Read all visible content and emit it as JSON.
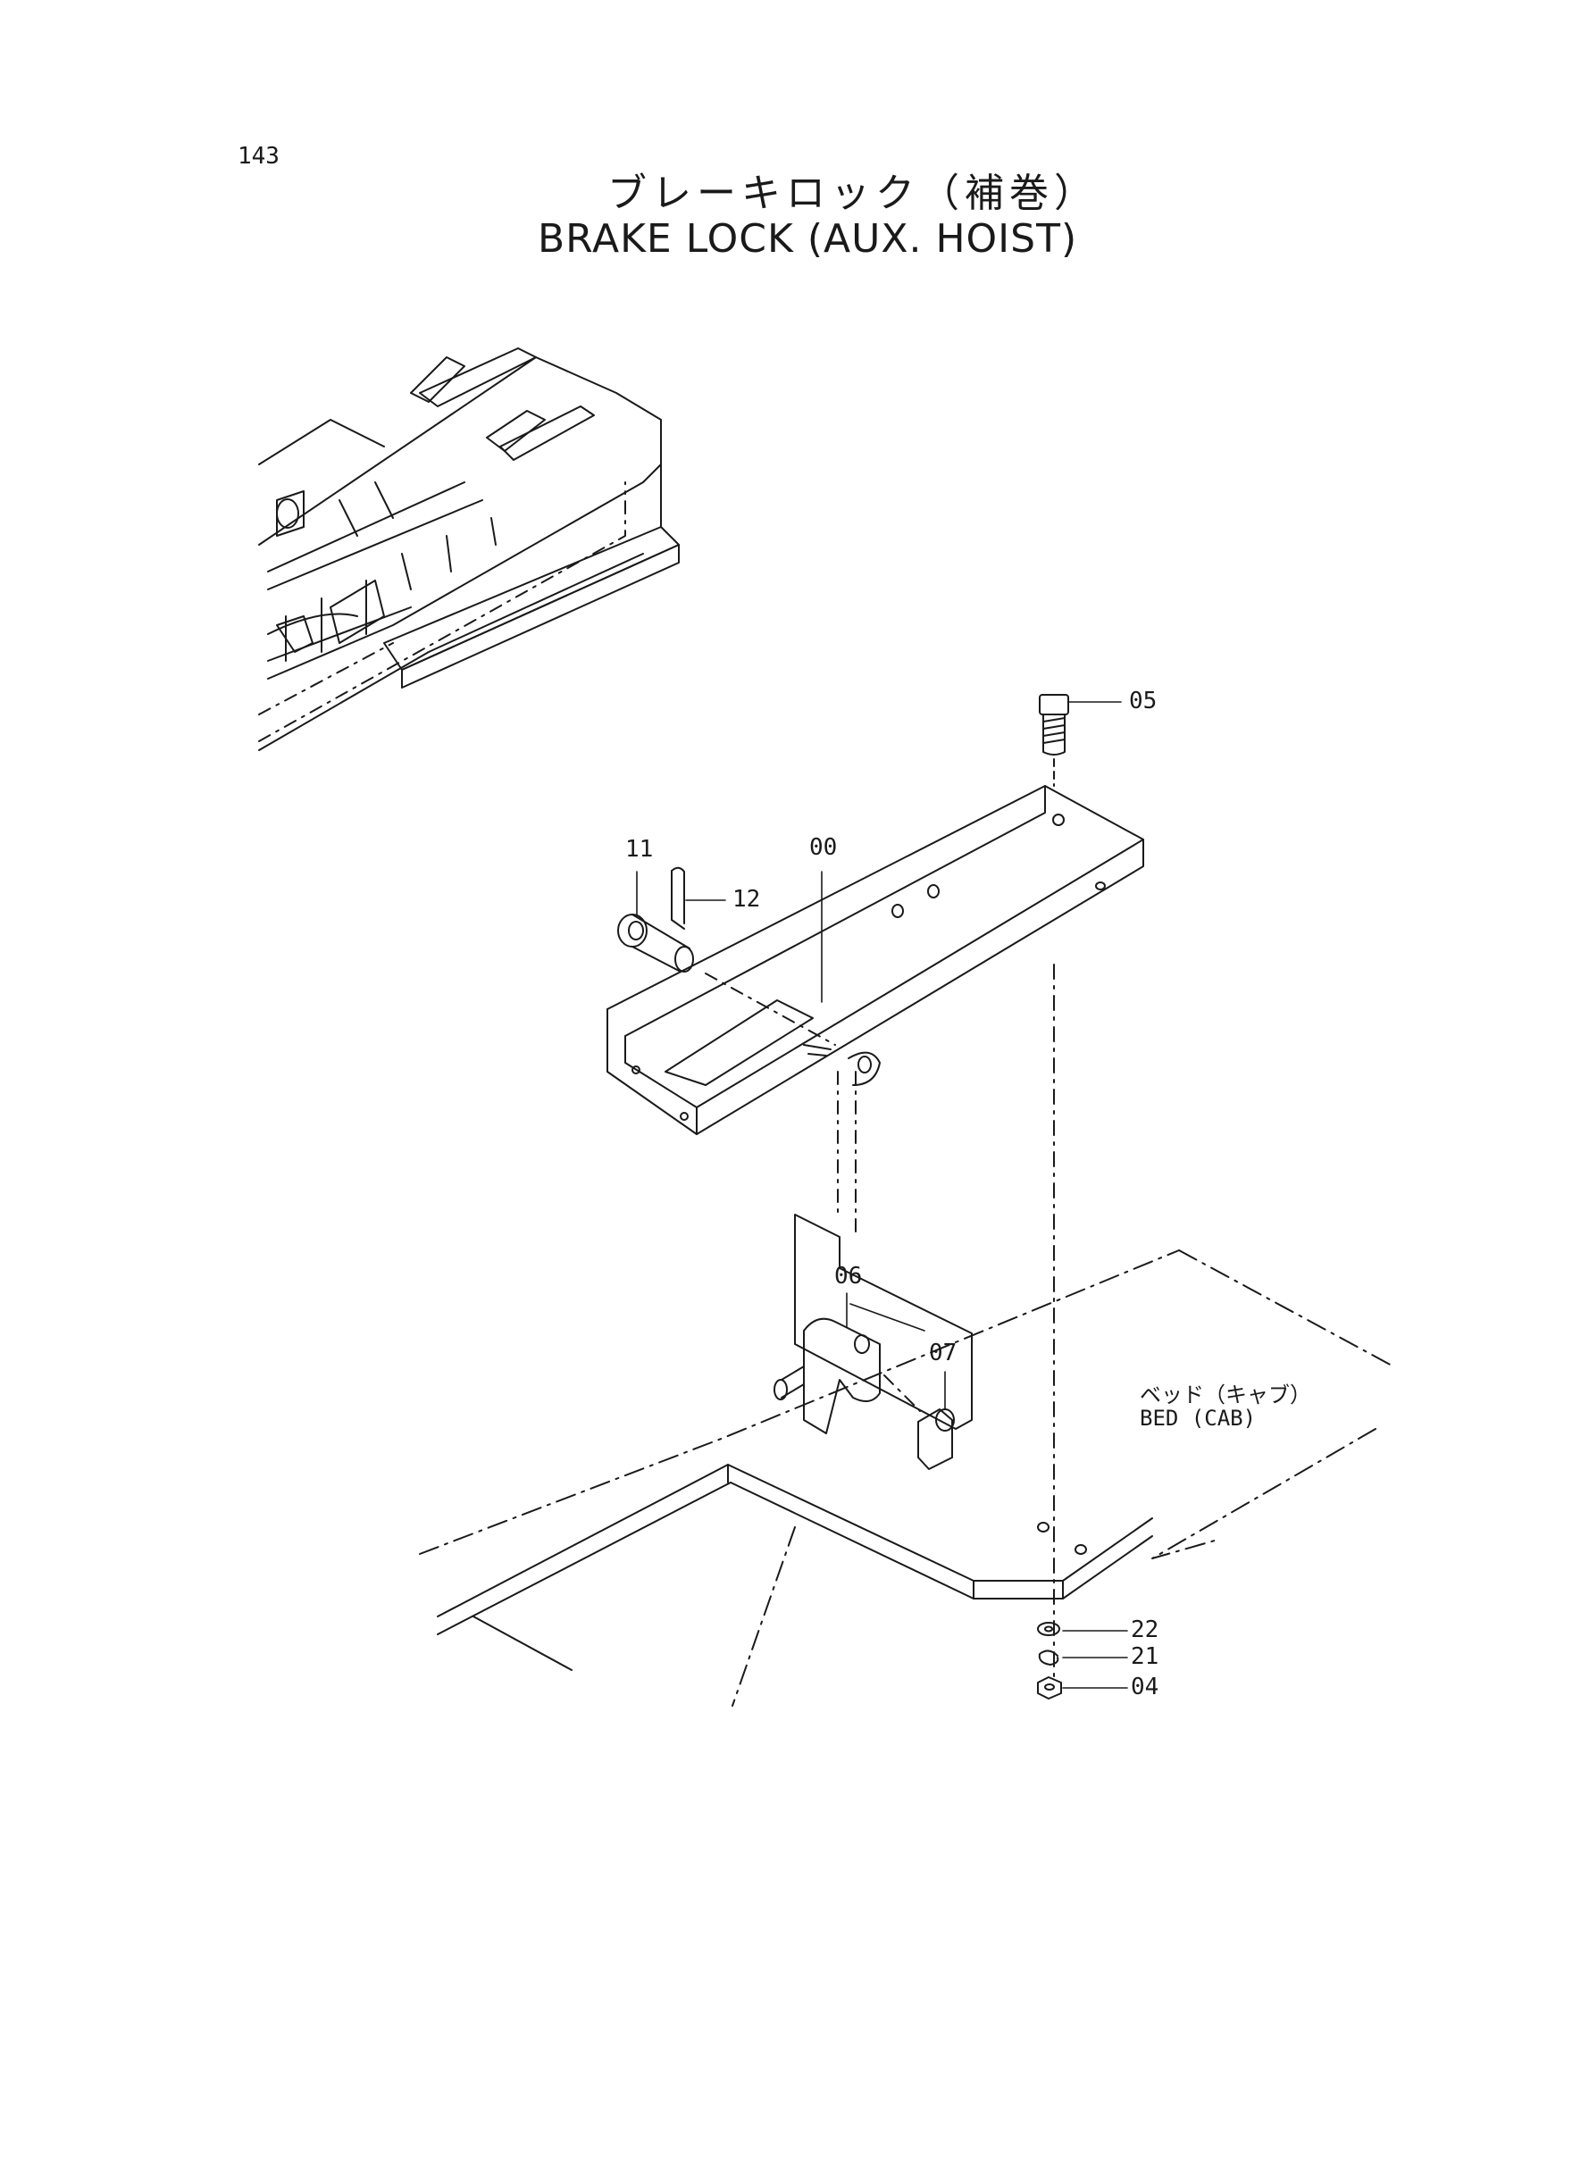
{
  "page_number": "143",
  "title_jp": "ブレーキロック（補巻）",
  "title_en": "BRAKE LOCK (AUX. HOIST)",
  "parts": [
    {
      "id": "part-05",
      "label": "05"
    },
    {
      "id": "part-00",
      "label": "00"
    },
    {
      "id": "part-11",
      "label": "11"
    },
    {
      "id": "part-12",
      "label": "12"
    },
    {
      "id": "part-06",
      "label": "06"
    },
    {
      "id": "part-07",
      "label": "07"
    },
    {
      "id": "part-22",
      "label": "22"
    },
    {
      "id": "part-21",
      "label": "21"
    },
    {
      "id": "part-04",
      "label": "04"
    }
  ],
  "bed_label_jp": "ベッド（キャブ）",
  "bed_label_en": "BED (CAB)",
  "colors": {
    "ink": "#1a1a1a",
    "paper": "#ffffff"
  }
}
